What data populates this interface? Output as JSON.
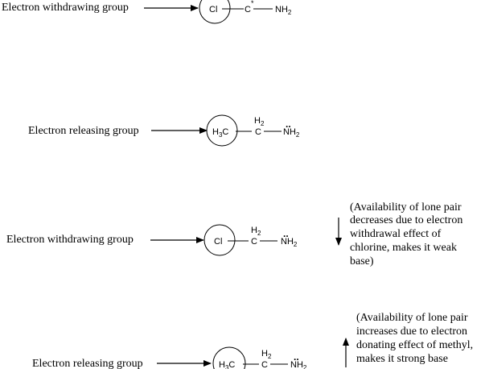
{
  "rows": [
    {
      "label": "Electron withdrawing group",
      "substituent": "Cl",
      "carbon": "C",
      "carbon_h": "",
      "carbon_mark": "*",
      "amine": "NH",
      "amine_sub": "2",
      "lone_pair": "",
      "note_lines": []
    },
    {
      "label": "Electron releasing group",
      "substituent": "H",
      "substituent_sub": "3",
      "substituent_tail": "C",
      "carbon": "C",
      "carbon_h": "H",
      "carbon_h_sub": "2",
      "amine": "NH",
      "amine_sub": "2",
      "lone_pair": "..",
      "note_lines": []
    },
    {
      "label": "Electron withdrawing group",
      "substituent": "Cl",
      "carbon": "C",
      "carbon_h": "H",
      "carbon_h_sub": "2",
      "amine": "NH",
      "amine_sub": "2",
      "lone_pair": "..",
      "note_arrow": "down",
      "note_lines": [
        "(Availability of lone pair",
        "decreases due to electron",
        "withdrawal effect of",
        "chlorine, makes it weak",
        "base)"
      ]
    },
    {
      "label": "Electron releasing group",
      "substituent": "H",
      "substituent_sub": "3",
      "substituent_tail": "C",
      "carbon": "C",
      "carbon_h": "H",
      "carbon_h_sub": "2",
      "amine": "NH",
      "amine_sub": "2",
      "lone_pair": "..",
      "note_arrow": "up",
      "note_lines": [
        "(Availability of lone pair",
        "increases due to electron",
        "donating effect of methyl,",
        "makes it strong base"
      ]
    }
  ]
}
